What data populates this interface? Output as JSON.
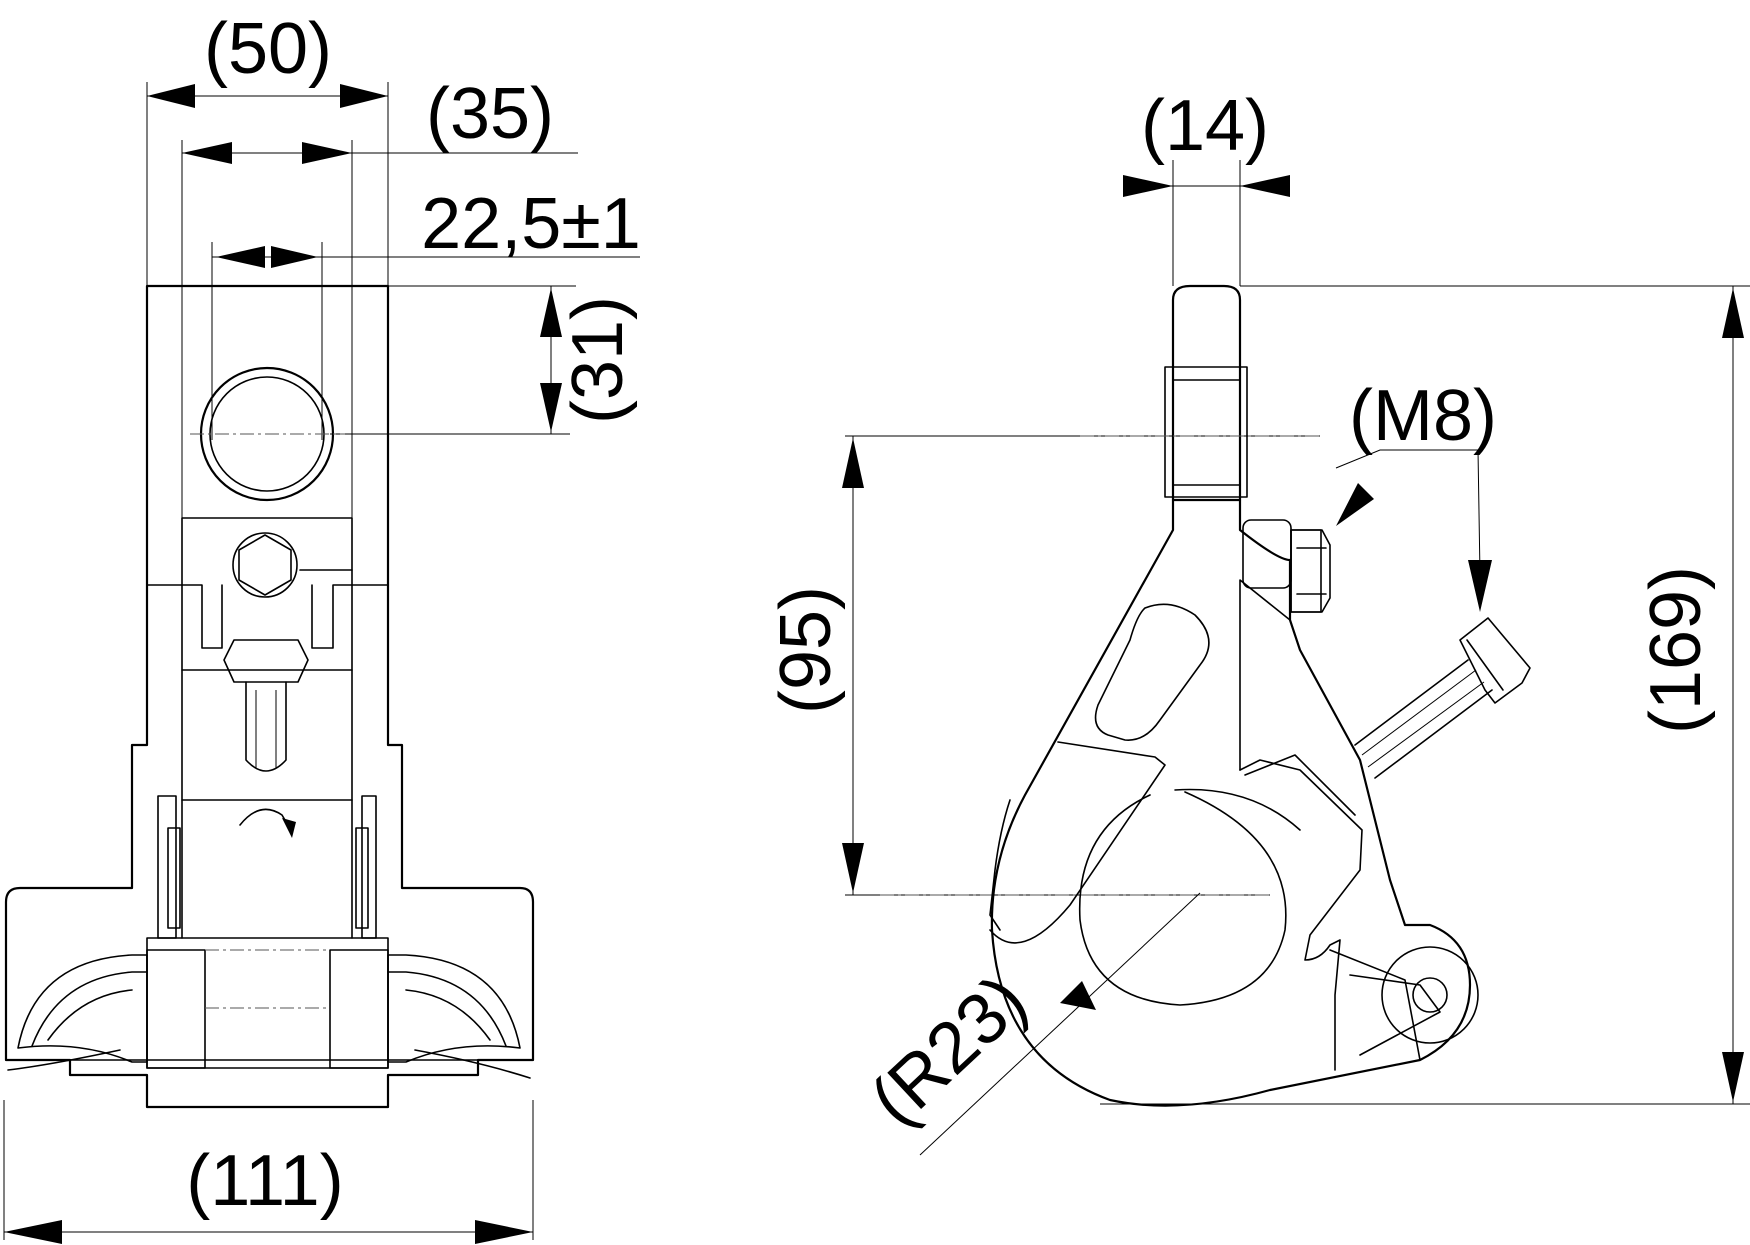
{
  "dimensions": {
    "width_overall_top": "(50)",
    "width_body": "(35)",
    "hole_offset": "22,5±1",
    "hole_height": "(31)",
    "base_width": "(111)",
    "lug_thickness": "(14)",
    "bolt_thread": "(M8)",
    "center_distance": "(95)",
    "overall_height": "(169)",
    "clamp_radius": "(R23)"
  },
  "colors": {
    "line": "#000000",
    "background": "#ffffff"
  }
}
